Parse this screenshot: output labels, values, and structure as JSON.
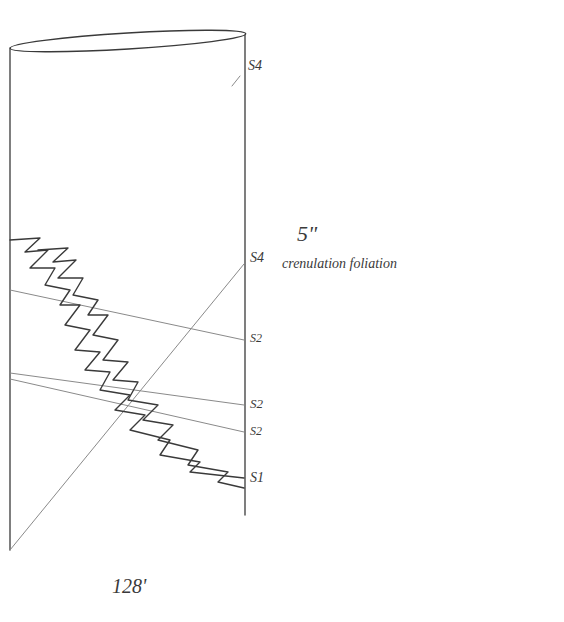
{
  "diagram": {
    "labels": [
      "S4",
      "5\"",
      "S4",
      "crenulation foliation",
      "S2",
      "S2",
      "S2",
      "S1",
      "128'"
    ]
  }
}
